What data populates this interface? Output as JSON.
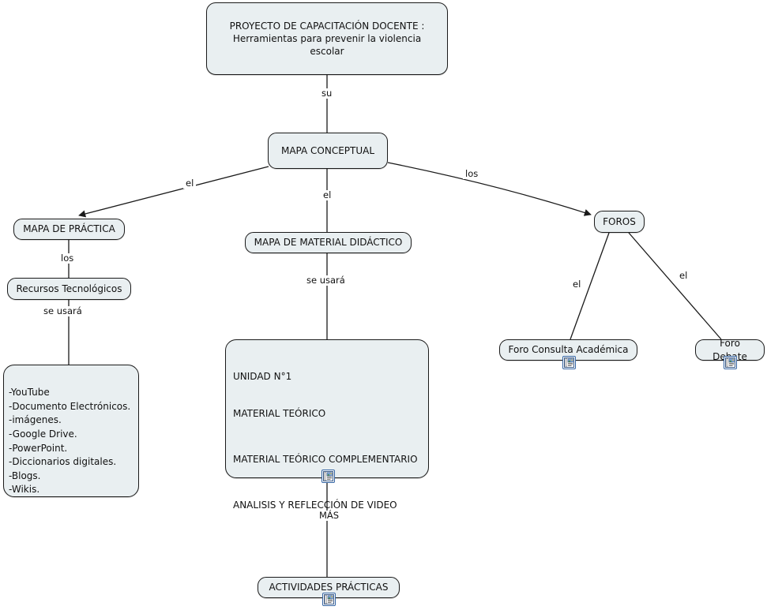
{
  "diagram": {
    "title_node": {
      "line1": "PROYECTO DE CAPACITACIÓN DOCENTE :",
      "line2": "Herramientas para prevenir la violencia escolar",
      "text": "PROYECTO DE CAPACITACIÓN DOCENTE :\nHerramientas para prevenir la violencia escolar"
    },
    "nodes": {
      "mapa_conceptual": "MAPA CONCEPTUAL",
      "mapa_practica": "MAPA DE PRÁCTICA",
      "recursos_tecnologicos": "Recursos Tecnológicos",
      "recursos_lista": "-YouTube\n-Documento Electrónicos.\n-imágenes.\n-Google Drive.\n-PowerPoint.\n-Diccionarios digitales.\n-Blogs.\n-Wikis.",
      "mapa_material_didactico": "MAPA DE MATERIAL DIDÁCTICO",
      "unidad": {
        "l1": "UNIDAD N°1",
        "l2": "MATERIAL TEÓRICO",
        "l3": "MATERIAL TEÓRICO COMPLEMENTARIO",
        "l4": "ANALISIS Y REFLECCIÓN DE  VIDEO"
      },
      "actividades_practicas": "ACTIVIDADES  PRÁCTICAS",
      "foros": "FOROS",
      "foro_consulta": "Foro Consulta Académica",
      "foro_debate": "Foro Debate"
    },
    "edge_labels": {
      "su": "su",
      "el_izq": "el",
      "el_centro": "el",
      "los_der": "los",
      "los_recursos": "los",
      "se_usara_izq": "se usará",
      "se_usara_centro": "se usará",
      "mas": "MÁS",
      "el_foro_consulta": "el",
      "el_foro_debate": "el"
    },
    "icons": {
      "resource": "resource-document-icon"
    },
    "colors": {
      "node_fill": "#e9eff1",
      "node_border": "#1a1a1a",
      "edge": "#1a1a1a",
      "background": "#ffffff",
      "icon_border": "#3465a4",
      "text": "#111111"
    }
  }
}
